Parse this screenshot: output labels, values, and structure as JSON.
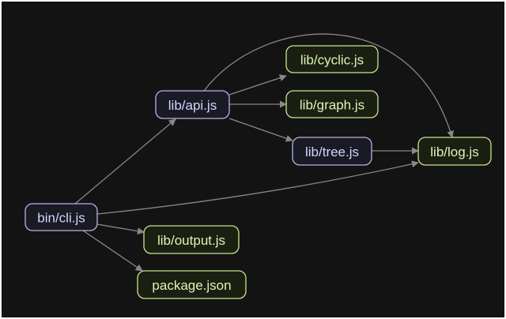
{
  "colors": {
    "background": "#131313",
    "edge": "#888888",
    "internal_fill": "#1a1a24",
    "internal_stroke": "#b6b2e6",
    "internal_text": "#d6d2ff",
    "leaf_fill": "#1b1f12",
    "leaf_stroke": "#c3e58f",
    "leaf_text": "#dcf5b5"
  },
  "nodes": [
    {
      "id": "bin-cli",
      "label": "bin/cli.js",
      "kind": "internal"
    },
    {
      "id": "lib-api",
      "label": "lib/api.js",
      "kind": "internal"
    },
    {
      "id": "lib-tree",
      "label": "lib/tree.js",
      "kind": "internal"
    },
    {
      "id": "lib-cyclic",
      "label": "lib/cyclic.js",
      "kind": "leaf"
    },
    {
      "id": "lib-graph",
      "label": "lib/graph.js",
      "kind": "leaf"
    },
    {
      "id": "lib-log",
      "label": "lib/log.js",
      "kind": "leaf"
    },
    {
      "id": "lib-output",
      "label": "lib/output.js",
      "kind": "leaf"
    },
    {
      "id": "package-json",
      "label": "package.json",
      "kind": "leaf"
    }
  ],
  "edges": [
    {
      "from": "bin-cli",
      "to": "lib-api"
    },
    {
      "from": "bin-cli",
      "to": "lib-log"
    },
    {
      "from": "bin-cli",
      "to": "lib-output"
    },
    {
      "from": "bin-cli",
      "to": "package-json"
    },
    {
      "from": "lib-api",
      "to": "lib-cyclic"
    },
    {
      "from": "lib-api",
      "to": "lib-graph"
    },
    {
      "from": "lib-api",
      "to": "lib-tree"
    },
    {
      "from": "lib-api",
      "to": "lib-log"
    },
    {
      "from": "lib-tree",
      "to": "lib-log"
    }
  ]
}
